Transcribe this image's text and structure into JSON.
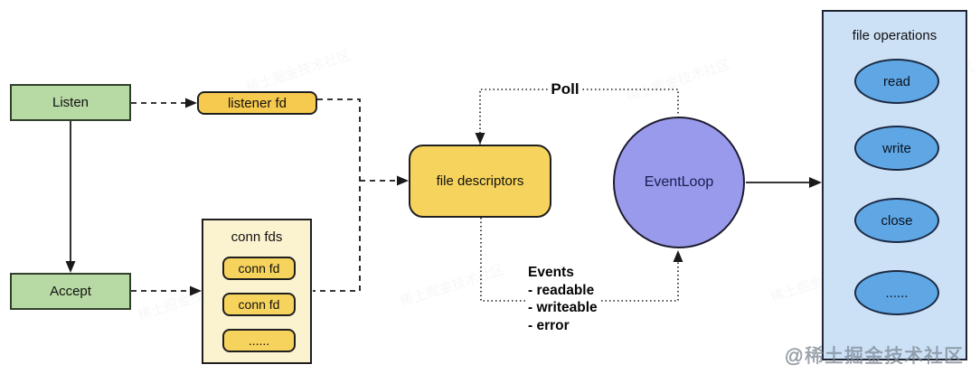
{
  "diagram": {
    "listen_label": "Listen",
    "accept_label": "Accept",
    "listener_fd_label": "listener fd",
    "conn_fds": {
      "title": "conn fds",
      "items": [
        "conn fd",
        "conn fd",
        "......"
      ]
    },
    "file_descriptors_label": "file descriptors",
    "event_loop_label": "EventLoop",
    "poll_label": "Poll",
    "events": {
      "title": "Events",
      "items": [
        "- readable",
        "- writeable",
        "- error"
      ]
    },
    "file_operations": {
      "title": "file operations",
      "items": [
        "read",
        "write",
        "close",
        "......"
      ]
    }
  },
  "watermark": {
    "corner_text": "@稀土掘金技术社区",
    "faint_text": "稀土掘金技术社区"
  },
  "colors": {
    "green_box": "#b7d9a4",
    "gold_box": "#f6ca4e",
    "yellow_item": "#f6d35c",
    "cream_container": "#fbf2d0",
    "purple_circle": "#9a9aec",
    "blue_container": "#cde1f6",
    "blue_ellipse": "#5fa7e4",
    "line": "#1a1a1a"
  }
}
